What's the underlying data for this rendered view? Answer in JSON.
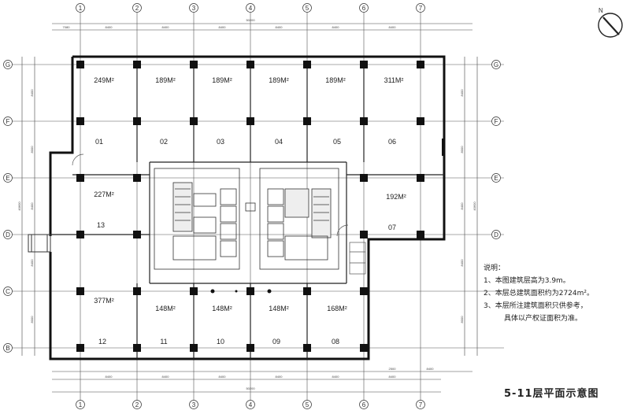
{
  "compass": {
    "label": "N"
  },
  "grid": {
    "columns": [
      {
        "label": "1"
      },
      {
        "label": "2"
      },
      {
        "label": "3"
      },
      {
        "label": "4"
      },
      {
        "label": "5"
      },
      {
        "label": "6"
      },
      {
        "label": "7"
      }
    ],
    "rows": [
      {
        "label": "G"
      },
      {
        "label": "F"
      },
      {
        "label": "E"
      },
      {
        "label": "D"
      },
      {
        "label": "C"
      },
      {
        "label": "B"
      }
    ]
  },
  "dimensions": {
    "top_total": "50200",
    "top_segments": [
      "7080",
      "8400",
      "8400",
      "8400",
      "8400",
      "8400",
      "8400"
    ],
    "bottom_total": "50200",
    "bottom_segments": [
      "8400",
      "8400",
      "8400",
      "8400",
      "8400",
      "8400"
    ],
    "bottom_right": [
      "2500",
      "8400"
    ],
    "left_total": "40600",
    "right_total": "40600",
    "left_segments": [
      "8400",
      "8000",
      "8400",
      "8400",
      "8000"
    ],
    "right_segments": [
      "8400",
      "8000",
      "8400",
      "8400",
      "8000"
    ]
  },
  "units": [
    {
      "number": "01",
      "area": "249M²"
    },
    {
      "number": "02",
      "area": "189M²"
    },
    {
      "number": "03",
      "area": "189M²"
    },
    {
      "number": "04",
      "area": "189M²"
    },
    {
      "number": "05",
      "area": "189M²"
    },
    {
      "number": "06",
      "area": "311M²"
    },
    {
      "number": "07",
      "area": "192M²"
    },
    {
      "number": "08",
      "area": "168M²"
    },
    {
      "number": "09",
      "area": "148M²"
    },
    {
      "number": "10",
      "area": "148M²"
    },
    {
      "number": "11",
      "area": "148M²"
    },
    {
      "number": "12",
      "area": "377M²"
    },
    {
      "number": "13",
      "area": "227M²"
    }
  ],
  "notes": {
    "heading": "说明：",
    "items": [
      "1、本图建筑层高为3.9m。",
      "2、本层总建筑面积约为2724m²。",
      "3、本层所注建筑面积只供参考，"
    ],
    "continuation": "具体以产权证面积为准。"
  },
  "caption": "5-11层平面示意图"
}
